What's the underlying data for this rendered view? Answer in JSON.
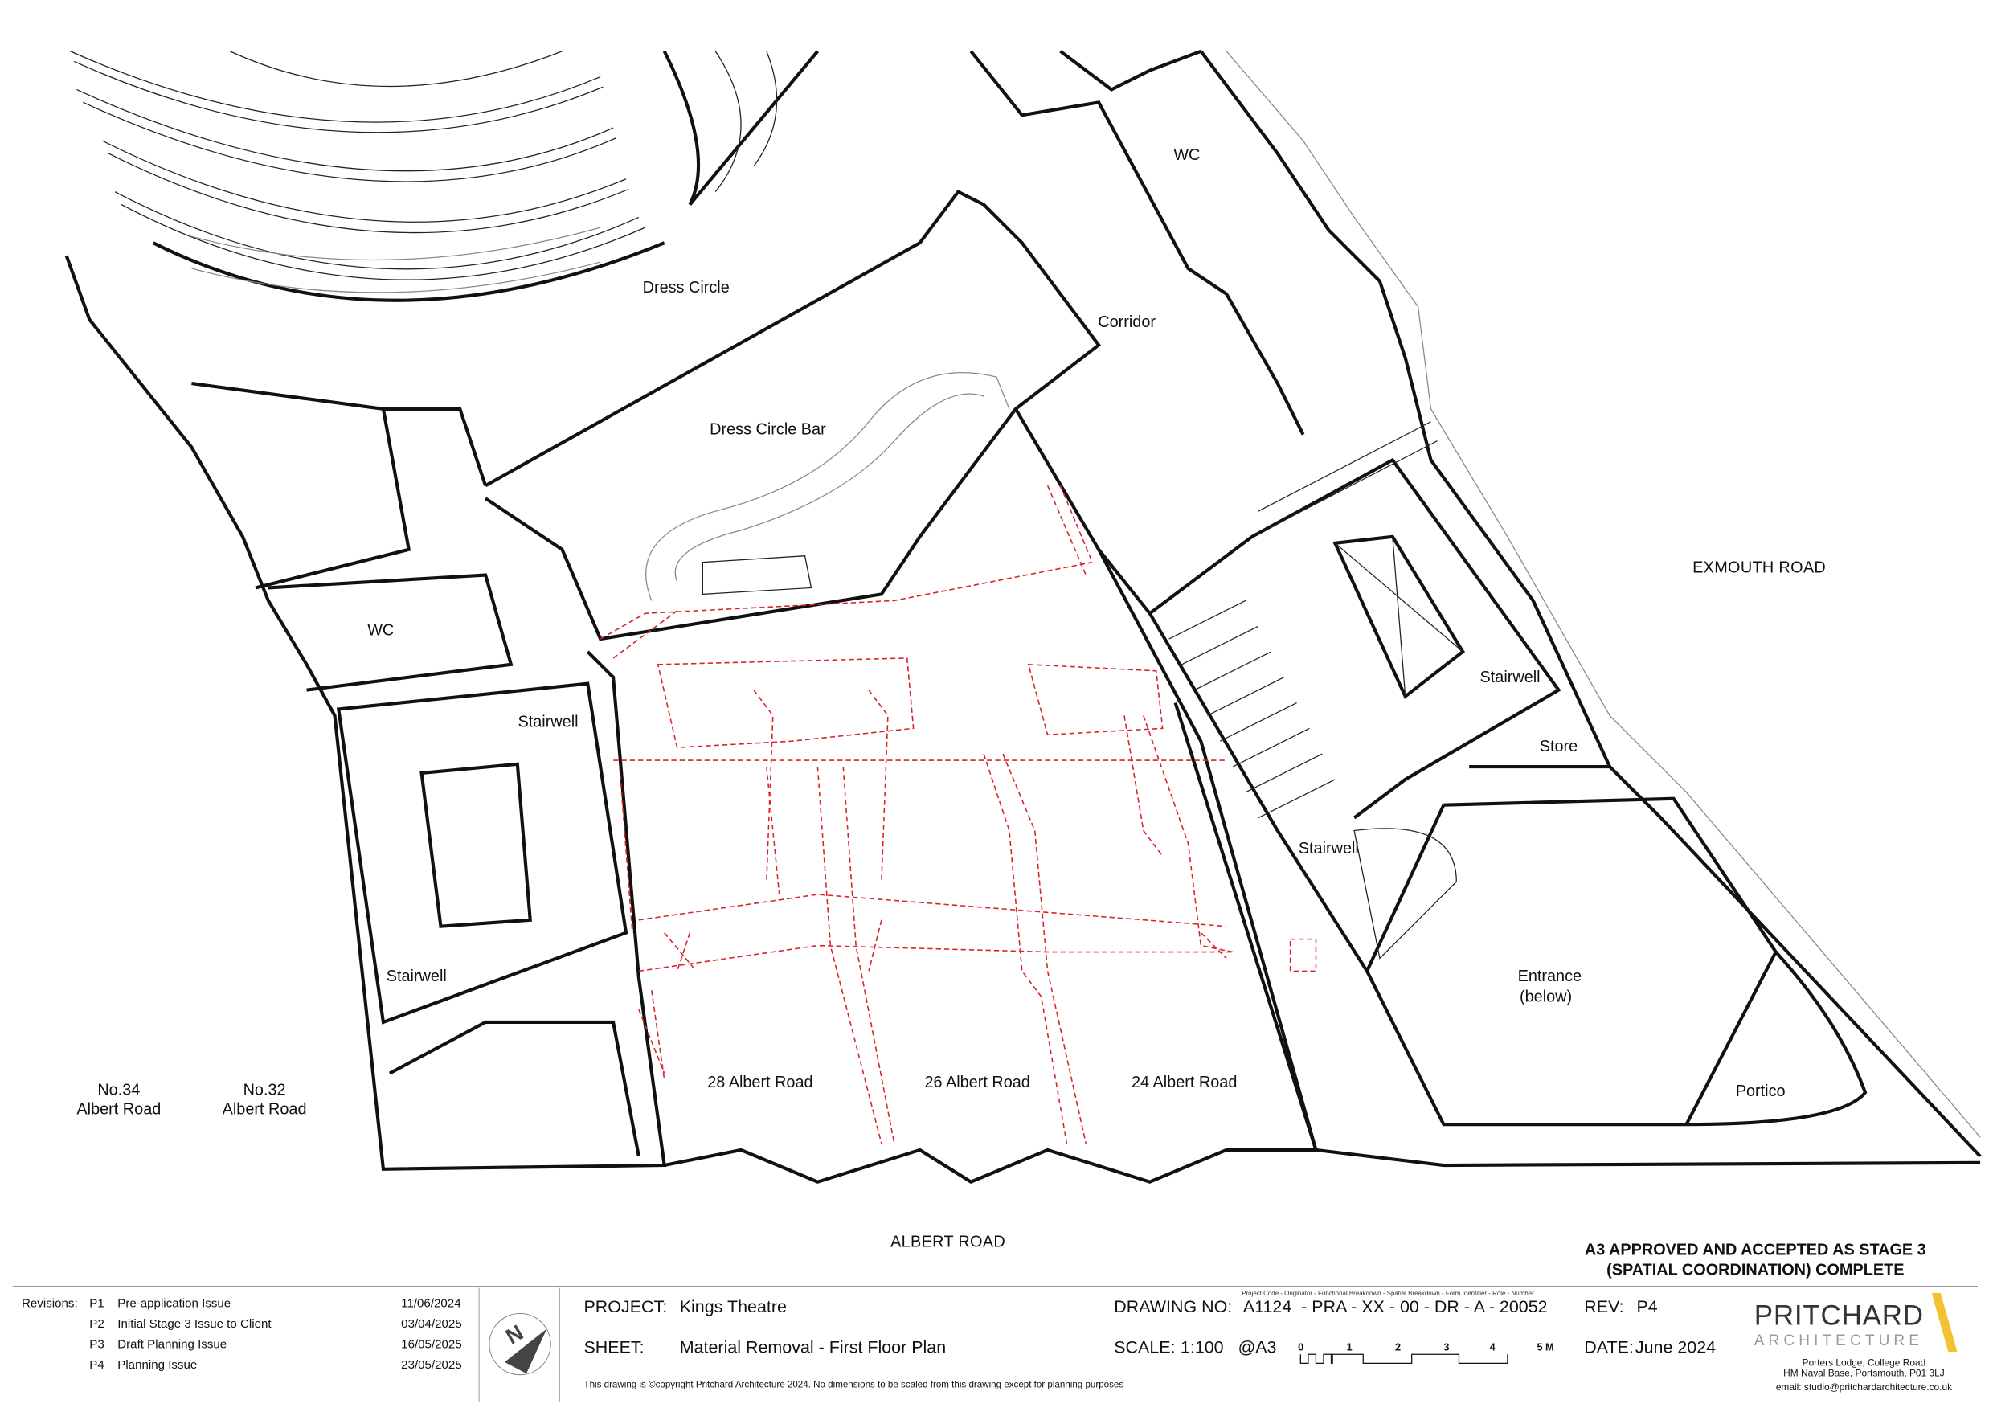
{
  "rooms": {
    "dress_circle": "Dress Circle",
    "dress_circle_bar": "Dress Circle Bar",
    "corridor": "Corridor",
    "wc_top": "WC",
    "wc_left": "WC",
    "stairwell_left_top": "Stairwell",
    "stairwell_left_bottom": "Stairwell",
    "stairwell_right_top": "Stairwell",
    "stairwell_right_mid": "Stairwell",
    "store": "Store",
    "entrance": "Entrance",
    "entrance_note": "(below)",
    "portico": "Portico",
    "no34_a": "No.34",
    "no34_b": "Albert Road",
    "no32_a": "No.32",
    "no32_b": "Albert Road",
    "albert28": "28 Albert Road",
    "albert26": "26 Albert Road",
    "albert24": "24 Albert Road"
  },
  "roads": {
    "exmouth": "EXMOUTH ROAD",
    "albert": "ALBERT ROAD"
  },
  "stamp": {
    "line1": "A3 APPROVED AND ACCEPTED AS STAGE 3",
    "line2": "(SPATIAL COORDINATION) COMPLETE"
  },
  "revisions": {
    "label": "Revisions:",
    "items": [
      {
        "code": "P1",
        "desc": "Pre-application Issue",
        "date": "11/06/2024"
      },
      {
        "code": "P2",
        "desc": "Initial Stage 3 Issue to Client",
        "date": "03/04/2025"
      },
      {
        "code": "P3",
        "desc": "Draft Planning Issue",
        "date": "16/05/2025"
      },
      {
        "code": "P4",
        "desc": "Planning Issue",
        "date": "23/05/2025"
      }
    ]
  },
  "north_arrow": {
    "letter": "N",
    "icon": "north-arrow-icon"
  },
  "project": {
    "label": "PROJECT:",
    "value": "Kings Theatre"
  },
  "sheet": {
    "label": "SHEET:",
    "value": "Material Removal - First Floor Plan"
  },
  "copyright": "This drawing is ©copyright Pritchard Architecture 2024. No dimensions to be scaled from this drawing except for planning purposes",
  "drawing_no": {
    "label": "DRAWING NO:",
    "header": "Project Code - Originator - Functional Breakdown - Spatial Breakdown - Form Identifier - Role - Number",
    "value": "A1124  - PRA - XX - 00 - DR - A - 20052"
  },
  "rev": {
    "label": "REV:",
    "value": "P4"
  },
  "scale": {
    "label": "SCALE:",
    "value": "1:100",
    "paper": "@A3",
    "ticks": [
      "0",
      "1",
      "2",
      "3",
      "4",
      "5 M"
    ]
  },
  "date": {
    "label": "DATE:",
    "value": "June 2024"
  },
  "firm": {
    "name": "PRITCHARD",
    "sub": "ARCHITECTURE",
    "addr1": "Porters Lodge, College Road",
    "addr2": "HM Naval Base, Portsmouth, P01 3LJ",
    "email": "email: studio@pritchardarchitecture.co.uk",
    "accent": "#f2c232"
  }
}
